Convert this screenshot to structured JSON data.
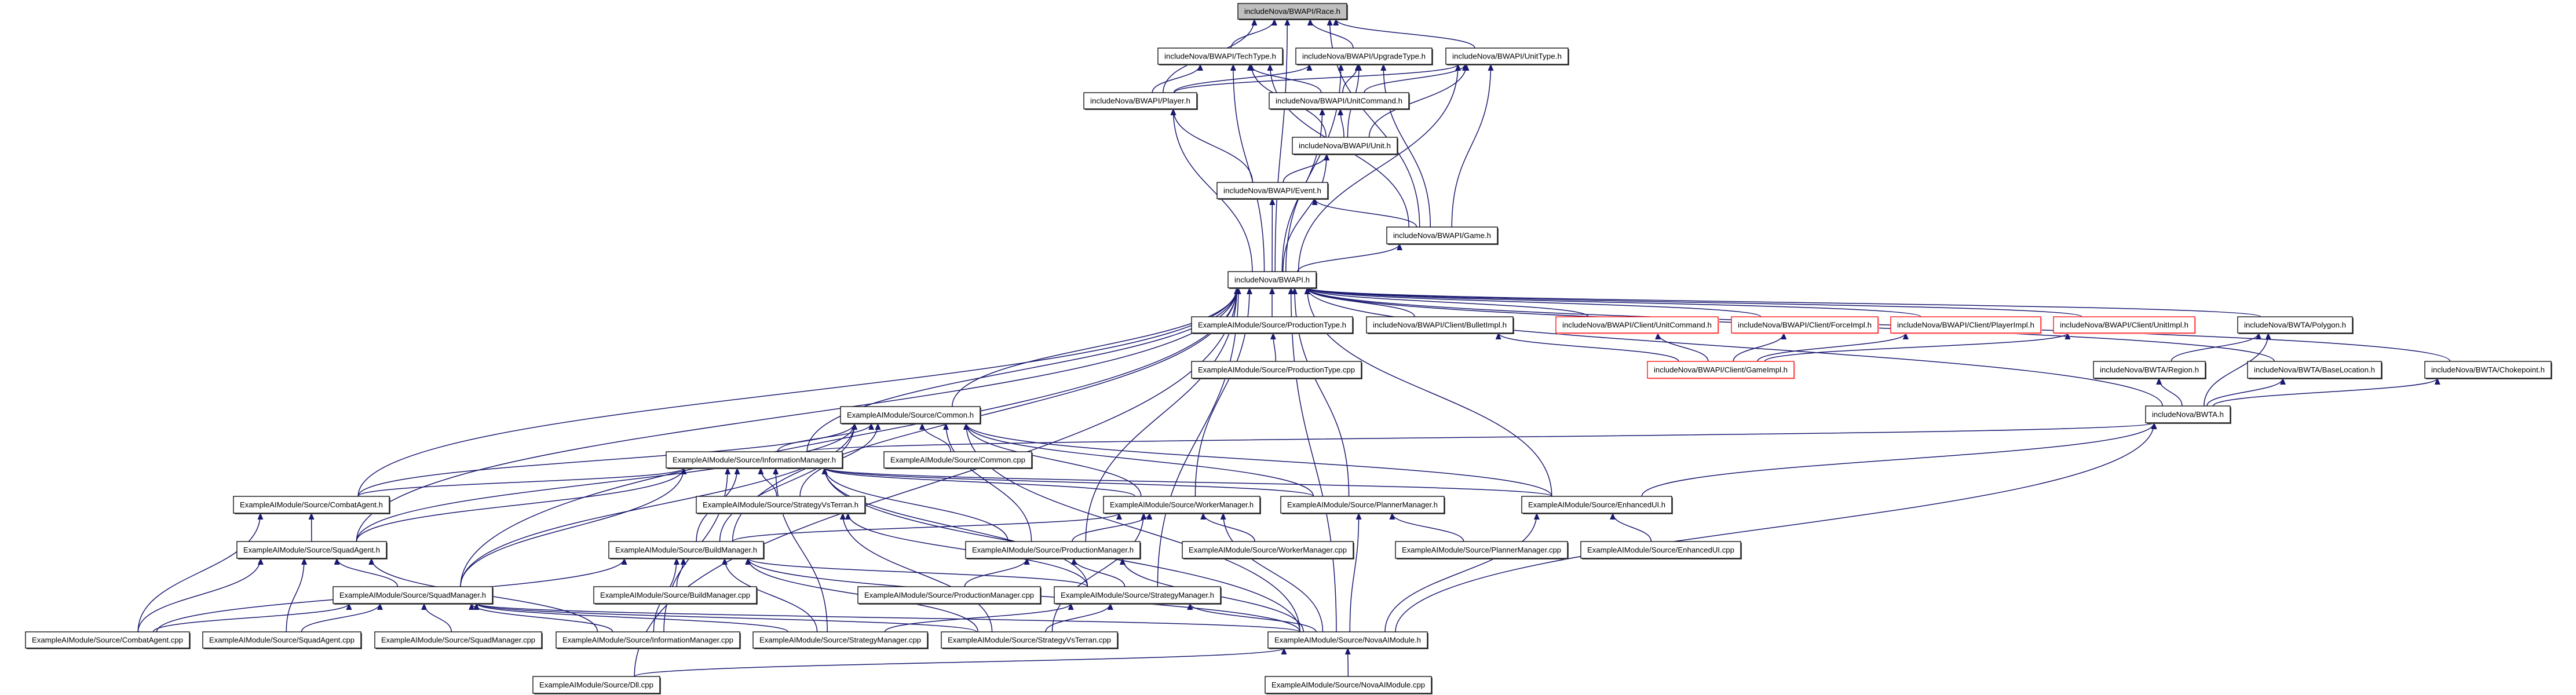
{
  "colors": {
    "edge": "#191970",
    "focus_fill": "#bfbfbf",
    "node_border": "#000000",
    "truncated_border": "#ff0000",
    "node_fill": "#ffffff"
  },
  "nodes": [
    {
      "label": "includeNova/BWAPI/Race.h",
      "focus": true
    },
    {
      "label": "includeNova/BWAPI/TechType.h"
    },
    {
      "label": "includeNova/BWAPI/UpgradeType.h"
    },
    {
      "label": "includeNova/BWAPI/UnitType.h"
    },
    {
      "label": "includeNova/BWAPI/Player.h"
    },
    {
      "label": "includeNova/BWAPI/UnitCommand.h"
    },
    {
      "label": "includeNova/BWAPI/Unit.h"
    },
    {
      "label": "includeNova/BWAPI/Event.h"
    },
    {
      "label": "includeNova/BWAPI/Game.h"
    },
    {
      "label": "includeNova/BWAPI.h"
    },
    {
      "label": "ExampleAIModule/Source/ProductionType.h"
    },
    {
      "label": "includeNova/BWAPI/Client/BulletImpl.h"
    },
    {
      "label": "includeNova/BWAPI/Client/UnitCommand.h",
      "truncated": true
    },
    {
      "label": "includeNova/BWAPI/Client/ForceImpl.h",
      "truncated": true
    },
    {
      "label": "includeNova/BWAPI/Client/PlayerImpl.h",
      "truncated": true
    },
    {
      "label": "includeNova/BWAPI/Client/UnitImpl.h",
      "truncated": true
    },
    {
      "label": "includeNova/BWTA/Polygon.h"
    },
    {
      "label": "ExampleAIModule/Source/ProductionType.cpp"
    },
    {
      "label": "includeNova/BWAPI/Client/GameImpl.h",
      "truncated": true
    },
    {
      "label": "includeNova/BWTA/Region.h"
    },
    {
      "label": "includeNova/BWTA/BaseLocation.h"
    },
    {
      "label": "includeNova/BWTA/Chokepoint.h"
    },
    {
      "label": "ExampleAIModule/Source/Common.h"
    },
    {
      "label": "includeNova/BWTA.h"
    },
    {
      "label": "ExampleAIModule/Source/InformationManager.h"
    },
    {
      "label": "ExampleAIModule/Source/Common.cpp"
    },
    {
      "label": "ExampleAIModule/Source/CombatAgent.h"
    },
    {
      "label": "ExampleAIModule/Source/StrategyVsTerran.h"
    },
    {
      "label": "ExampleAIModule/Source/WorkerManager.h"
    },
    {
      "label": "ExampleAIModule/Source/PlannerManager.h"
    },
    {
      "label": "ExampleAIModule/Source/EnhancedUI.h"
    },
    {
      "label": "ExampleAIModule/Source/SquadAgent.h"
    },
    {
      "label": "ExampleAIModule/Source/BuildManager.h"
    },
    {
      "label": "ExampleAIModule/Source/ProductionManager.h"
    },
    {
      "label": "ExampleAIModule/Source/WorkerManager.cpp"
    },
    {
      "label": "ExampleAIModule/Source/PlannerManager.cpp"
    },
    {
      "label": "ExampleAIModule/Source/EnhancedUI.cpp"
    },
    {
      "label": "ExampleAIModule/Source/SquadManager.h"
    },
    {
      "label": "ExampleAIModule/Source/BuildManager.cpp"
    },
    {
      "label": "ExampleAIModule/Source/ProductionManager.cpp"
    },
    {
      "label": "ExampleAIModule/Source/StrategyManager.h"
    },
    {
      "label": "ExampleAIModule/Source/CombatAgent.cpp"
    },
    {
      "label": "ExampleAIModule/Source/SquadAgent.cpp"
    },
    {
      "label": "ExampleAIModule/Source/SquadManager.cpp"
    },
    {
      "label": "ExampleAIModule/Source/InformationManager.cpp"
    },
    {
      "label": "ExampleAIModule/Source/StrategyManager.cpp"
    },
    {
      "label": "ExampleAIModule/Source/StrategyVsTerran.cpp"
    },
    {
      "label": "ExampleAIModule/Source/NovaAIModule.h"
    },
    {
      "label": "ExampleAIModule/Source/Dll.cpp"
    },
    {
      "label": "ExampleAIModule/Source/NovaAIModule.cpp"
    }
  ],
  "edges": [
    [
      1,
      0
    ],
    [
      2,
      0
    ],
    [
      3,
      0
    ],
    [
      4,
      0
    ],
    [
      9,
      0
    ],
    [
      8,
      0
    ],
    [
      4,
      1
    ],
    [
      4,
      2
    ],
    [
      4,
      3
    ],
    [
      5,
      1
    ],
    [
      5,
      2
    ],
    [
      5,
      3
    ],
    [
      6,
      1
    ],
    [
      6,
      2
    ],
    [
      6,
      3
    ],
    [
      6,
      5
    ],
    [
      7,
      4
    ],
    [
      7,
      6
    ],
    [
      8,
      1
    ],
    [
      8,
      2
    ],
    [
      8,
      3
    ],
    [
      8,
      7
    ],
    [
      9,
      4
    ],
    [
      9,
      7
    ],
    [
      9,
      8
    ],
    [
      9,
      6
    ],
    [
      9,
      1
    ],
    [
      9,
      2
    ],
    [
      9,
      3
    ],
    [
      9,
      5
    ],
    [
      10,
      9
    ],
    [
      11,
      9
    ],
    [
      12,
      9
    ],
    [
      13,
      9
    ],
    [
      14,
      9
    ],
    [
      15,
      9
    ],
    [
      16,
      9
    ],
    [
      20,
      9
    ],
    [
      21,
      9
    ],
    [
      23,
      9
    ],
    [
      22,
      9
    ],
    [
      24,
      9
    ],
    [
      26,
      9
    ],
    [
      31,
      9
    ],
    [
      37,
      9
    ],
    [
      32,
      9
    ],
    [
      33,
      9
    ],
    [
      28,
      9
    ],
    [
      29,
      9
    ],
    [
      30,
      9
    ],
    [
      47,
      9
    ],
    [
      48,
      9
    ],
    [
      40,
      9
    ],
    [
      17,
      10
    ],
    [
      18,
      11
    ],
    [
      18,
      12
    ],
    [
      18,
      13
    ],
    [
      18,
      14
    ],
    [
      18,
      15
    ],
    [
      19,
      16
    ],
    [
      23,
      16
    ],
    [
      23,
      19
    ],
    [
      23,
      20
    ],
    [
      23,
      21
    ],
    [
      25,
      22
    ],
    [
      24,
      22
    ],
    [
      24,
      23
    ],
    [
      26,
      22
    ],
    [
      26,
      24
    ],
    [
      31,
      26
    ],
    [
      31,
      22
    ],
    [
      31,
      24
    ],
    [
      37,
      31
    ],
    [
      37,
      22
    ],
    [
      37,
      24
    ],
    [
      27,
      24
    ],
    [
      27,
      22
    ],
    [
      28,
      22
    ],
    [
      28,
      24
    ],
    [
      29,
      22
    ],
    [
      29,
      24
    ],
    [
      30,
      22
    ],
    [
      30,
      24
    ],
    [
      30,
      23
    ],
    [
      32,
      22
    ],
    [
      32,
      24
    ],
    [
      32,
      28
    ],
    [
      33,
      22
    ],
    [
      33,
      24
    ],
    [
      33,
      28
    ],
    [
      40,
      33
    ],
    [
      40,
      32
    ],
    [
      40,
      24
    ],
    [
      40,
      27
    ],
    [
      34,
      28
    ],
    [
      35,
      29
    ],
    [
      36,
      30
    ],
    [
      38,
      32
    ],
    [
      39,
      33
    ],
    [
      47,
      22
    ],
    [
      47,
      24
    ],
    [
      47,
      37
    ],
    [
      47,
      32
    ],
    [
      47,
      33
    ],
    [
      47,
      40
    ],
    [
      47,
      28
    ],
    [
      47,
      29
    ],
    [
      47,
      30
    ],
    [
      47,
      23
    ],
    [
      49,
      47
    ],
    [
      48,
      47
    ],
    [
      41,
      26
    ],
    [
      41,
      31
    ],
    [
      41,
      37
    ],
    [
      41,
      32
    ],
    [
      42,
      31
    ],
    [
      42,
      37
    ],
    [
      43,
      37
    ],
    [
      44,
      24
    ],
    [
      44,
      32
    ],
    [
      44,
      37
    ],
    [
      44,
      31
    ],
    [
      45,
      40
    ],
    [
      45,
      32
    ],
    [
      45,
      37
    ],
    [
      45,
      24
    ],
    [
      46,
      27
    ],
    [
      46,
      40
    ],
    [
      46,
      32
    ],
    [
      46,
      37
    ],
    [
      46,
      28
    ]
  ]
}
